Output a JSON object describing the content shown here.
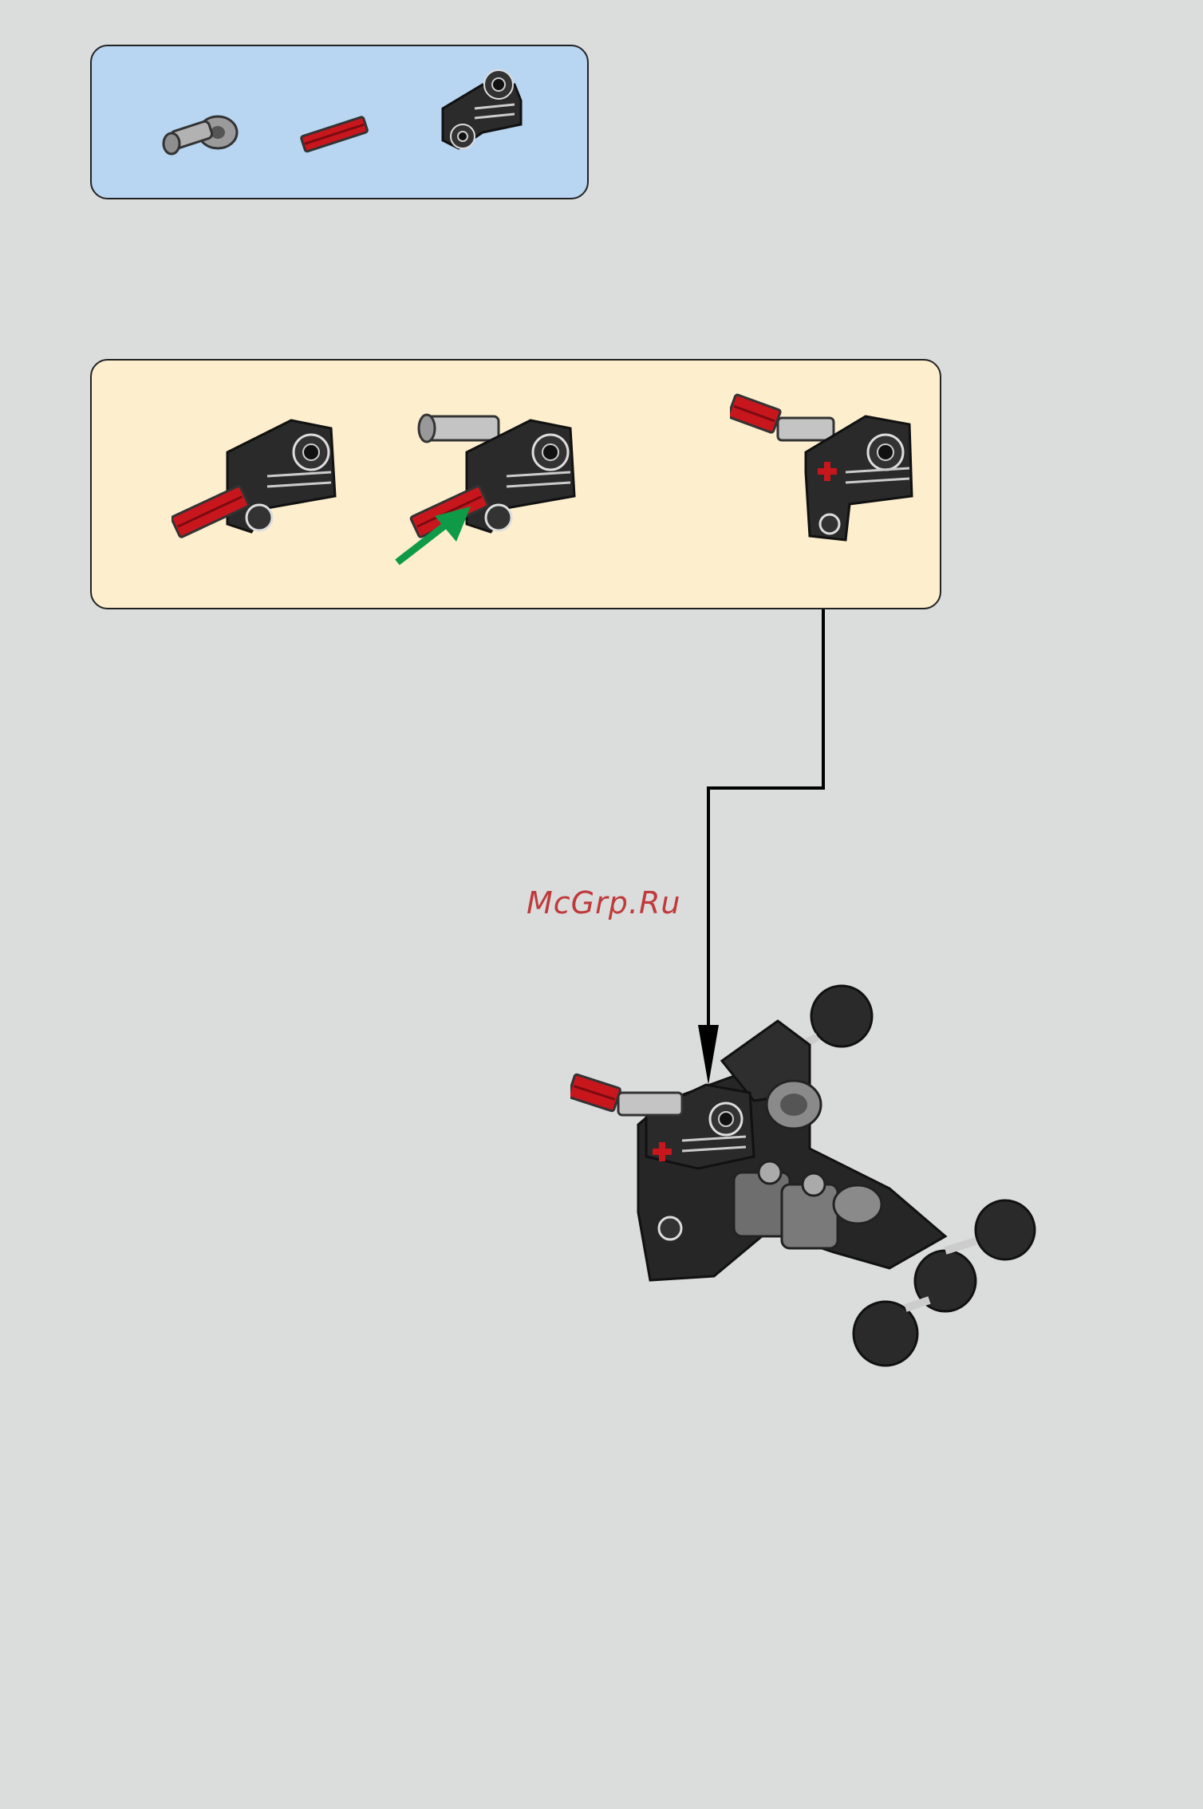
{
  "parts_callout": {
    "items": [
      {
        "name": "grey-axle-connector"
      },
      {
        "name": "red-axle"
      },
      {
        "name": "black-double-bent-beam"
      }
    ]
  },
  "substeps_callout": {
    "substeps": [
      {
        "name": "red-axle-inserted-into-beam"
      },
      {
        "name": "axle-connector-added-green-arrow"
      },
      {
        "name": "rotated-subassembly-with-cross-hole"
      }
    ]
  },
  "watermark_text": "McGrp.Ru",
  "colors": {
    "parts_panel_bg": "#b8d6f1",
    "steps_panel_bg": "#fdeecd",
    "page_bg": "#dbdcdc",
    "watermark": "#c0393b",
    "arrow_green": "#0e9a47",
    "axle_red": "#c8161d"
  }
}
